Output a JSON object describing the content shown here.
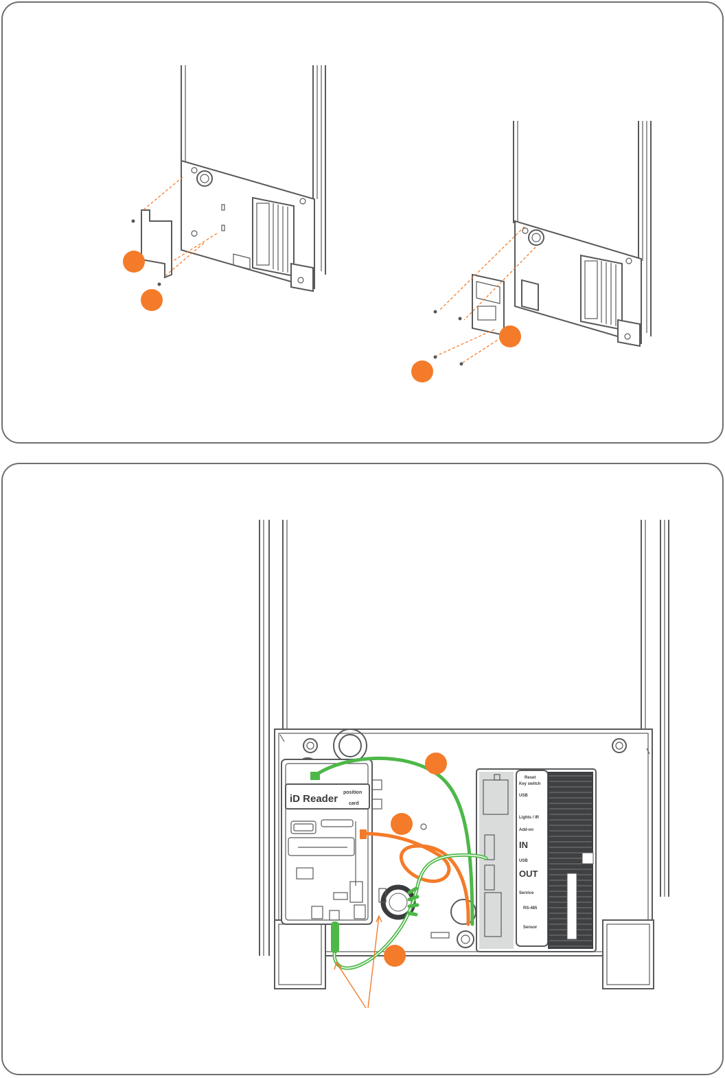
{
  "colors": {
    "outline": "#58595b",
    "panel_border": "#6d6e70",
    "accent_orange": "#f47b2a",
    "cable_green": "#4db848"
  },
  "pcb_labels": {
    "id_reader": "iD Reader",
    "reader_small_1": "position",
    "reader_small_2": "card"
  },
  "controller_labels": {
    "key_switch_1": "Reset",
    "key_switch_2": "Key switch",
    "label_3": "USB",
    "lights_ir": "Lights / IR",
    "add_on": "Add-on",
    "in": "IN",
    "out": "OUT",
    "label_8": "USB",
    "label_9": "Service",
    "label_10": "RS-485",
    "label_11": "Sensor"
  }
}
